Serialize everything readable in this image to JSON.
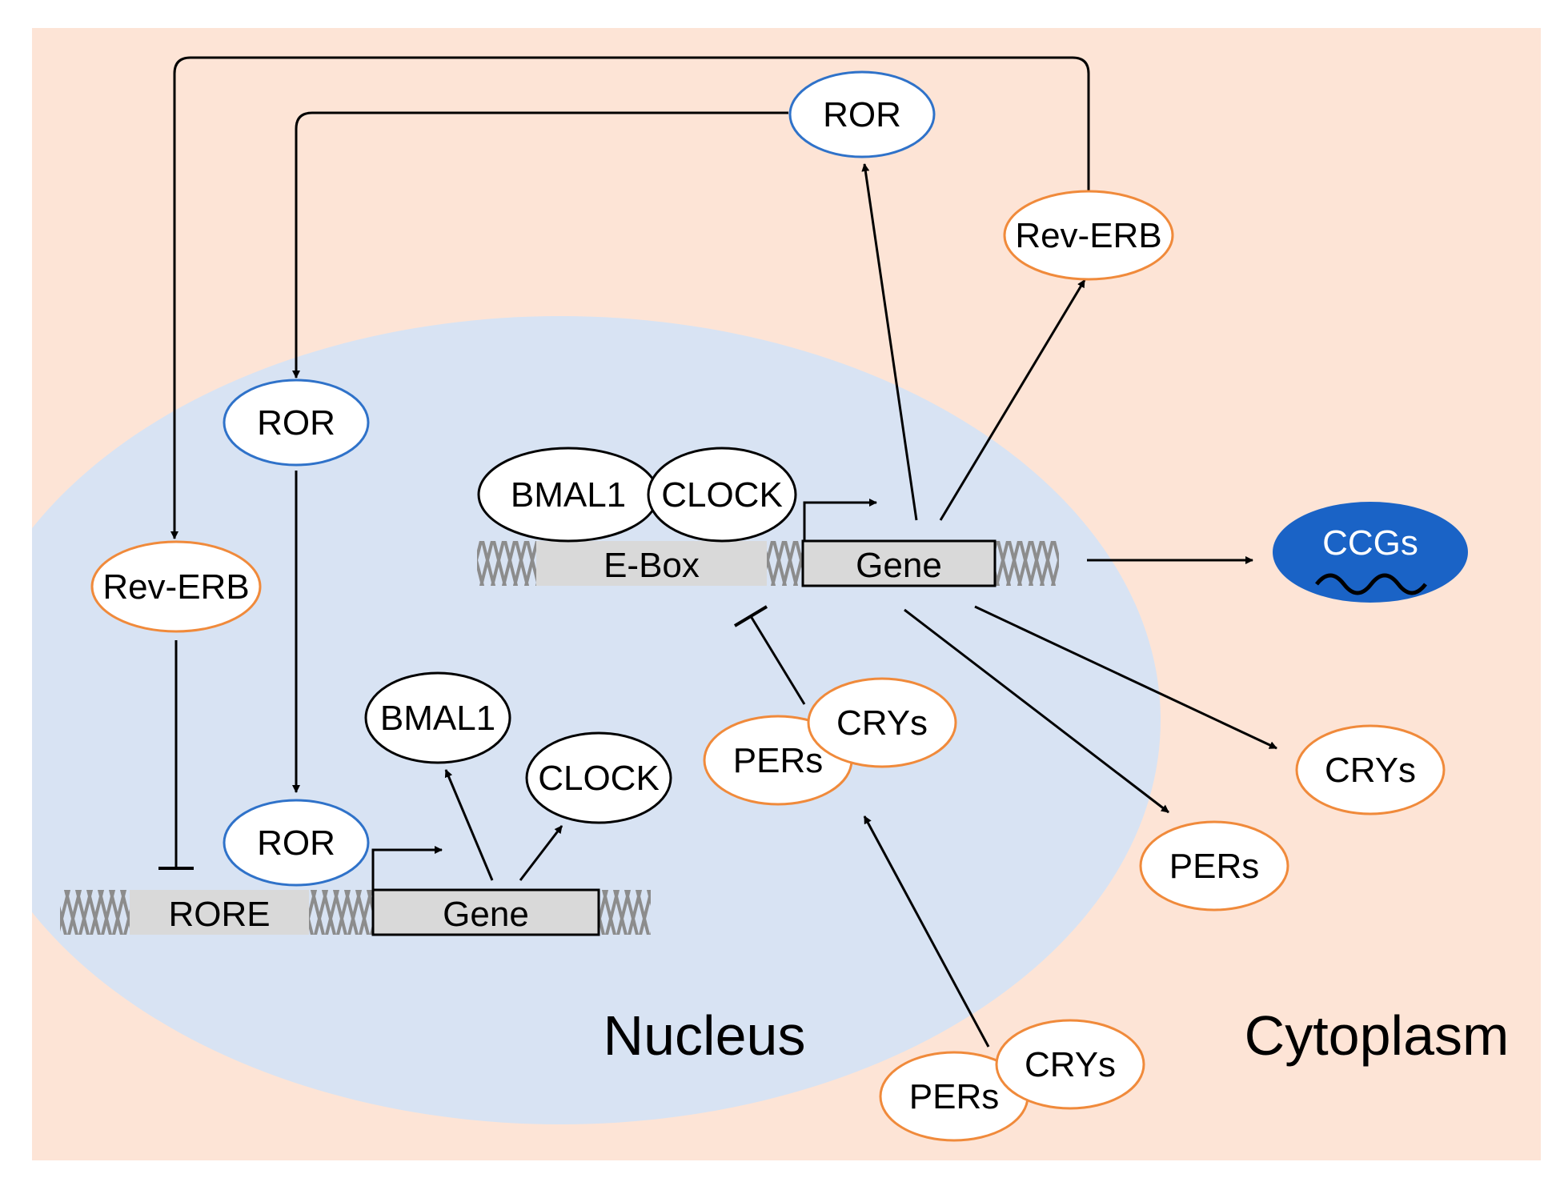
{
  "colors": {
    "cytoplasm": "#fde4d6",
    "nucleus": "#d8e3f3",
    "ror_stroke": "#2f72c9",
    "orange_stroke": "#f08a3b",
    "ccg_fill": "#1a63c6",
    "dna_strand": "#8c8c8c",
    "box_fill": "#d9d9d9"
  },
  "labels": {
    "ror": "ROR",
    "rev_erb": "Rev-ERB",
    "bmal1": "BMAL1",
    "clock": "CLOCK",
    "e_box": "E-Box",
    "gene": "Gene",
    "rore": "RORE",
    "pers": "PERs",
    "crys": "CRYs",
    "ccgs": "CCGs",
    "nucleus": "Nucleus",
    "cytoplasm": "Cytoplasm"
  },
  "icons": [
    "dna-helix-icon",
    "mrna-wave-icon",
    "promoter-arrow-icon",
    "inhibition-bar-icon"
  ]
}
